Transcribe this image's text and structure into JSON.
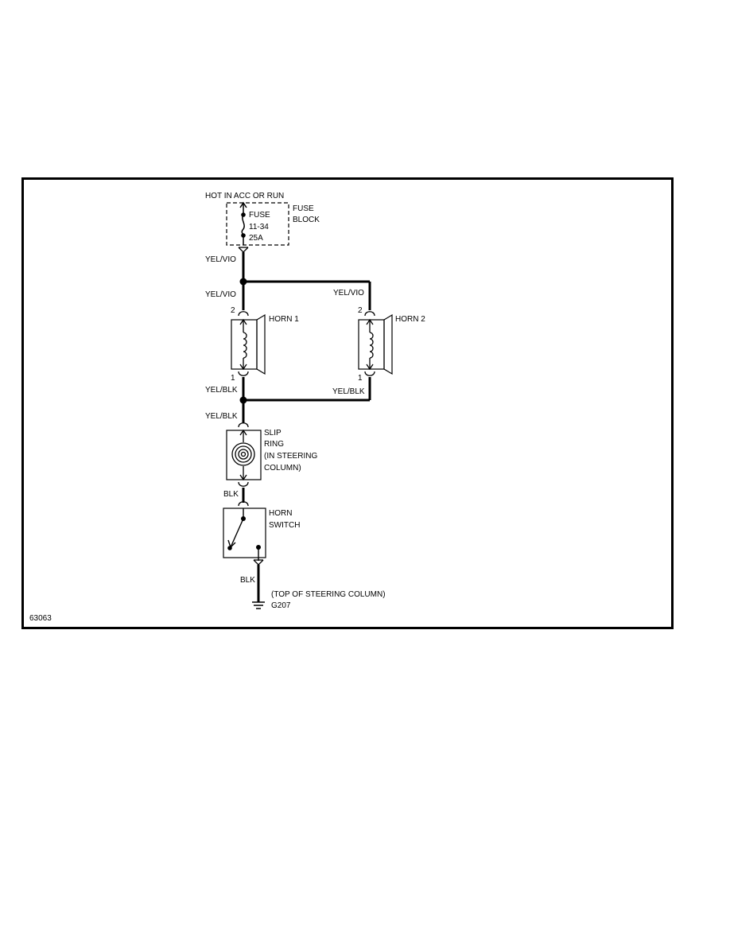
{
  "power": {
    "source": "HOT IN ACC OR RUN"
  },
  "fuse_block": {
    "label_line1": "FUSE",
    "label_line2": "BLOCK"
  },
  "fuse": {
    "name": "FUSE",
    "number": "11-34",
    "rating": "25A"
  },
  "wires": {
    "fuse_out": "YEL/VIO",
    "horn1_feed": "YEL/VIO",
    "horn2_feed": "YEL/VIO",
    "horn1_return": "YEL/BLK",
    "horn2_return": "YEL/BLK",
    "to_slip_ring": "YEL/BLK",
    "to_horn_switch": "BLK",
    "to_ground": "BLK"
  },
  "horn1": {
    "name": "HORN 1",
    "pin_top": "2",
    "pin_bottom": "1"
  },
  "horn2": {
    "name": "HORN 2",
    "pin_top": "2",
    "pin_bottom": "1"
  },
  "slip_ring": {
    "line1": "SLIP",
    "line2": "RING",
    "line3": "(IN STEERING",
    "line4": "COLUMN)"
  },
  "horn_switch": {
    "line1": "HORN",
    "line2": "SWITCH"
  },
  "ground": {
    "location": "(TOP OF STEERING COLUMN)",
    "id": "G207"
  },
  "figure_id": "63063"
}
